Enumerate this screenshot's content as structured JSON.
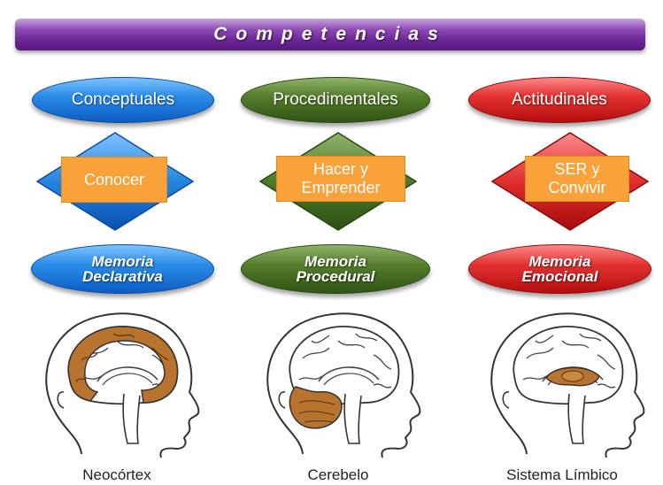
{
  "title": "Competencias",
  "columns": [
    {
      "type": "Conceptuales",
      "verb": "Conocer",
      "memory_line1": "Memoria",
      "memory_line2": "Declarativa",
      "region": "Neocórtex"
    },
    {
      "type": "Procedimentales",
      "verb_line1": "Hacer y",
      "verb_line2": "Emprender",
      "memory_line1": "Memoria",
      "memory_line2": "Procedural",
      "region": "Cerebelo"
    },
    {
      "type": "Actitudinales",
      "verb_line1": "SER y",
      "verb_line2": "Convivir",
      "memory_line1": "Memoria",
      "memory_line2": "Emocional",
      "region": "Sistema Límbico"
    }
  ],
  "colors": {
    "banner": "#6a2493",
    "conceptual": "#1f78d9",
    "procedimental": "#466b22",
    "actitudinal": "#d42020",
    "verb_box": "#f9a23a",
    "brain_highlight": "#b8742f"
  },
  "icons": [
    "neocortex-brain-icon",
    "cerebellum-brain-icon",
    "limbic-system-brain-icon"
  ]
}
